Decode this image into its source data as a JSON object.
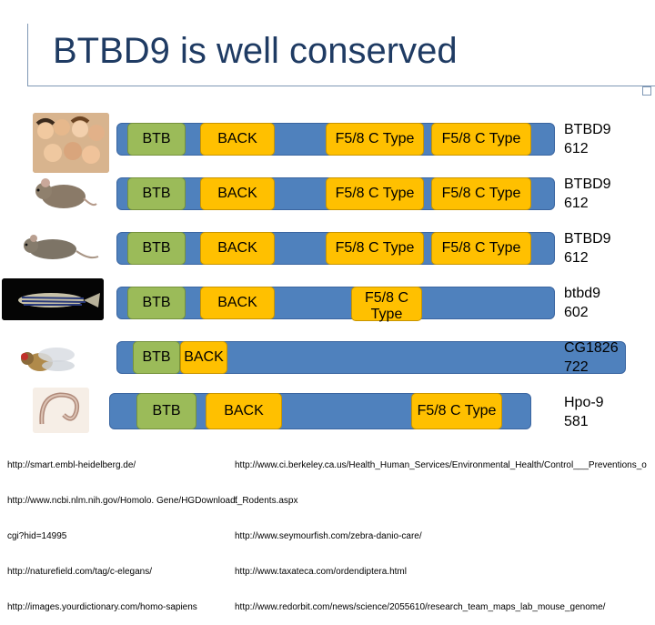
{
  "title": "BTBD9 is well conserved",
  "rows": [
    {
      "organism": "human",
      "domains": [
        "BTB",
        "BACK",
        "F5/8 C Type",
        "F5/8 C Type"
      ],
      "label": [
        "BTBD9",
        "612"
      ]
    },
    {
      "organism": "mouse",
      "domains": [
        "BTB",
        "BACK",
        "F5/8 C Type",
        "F5/8 C Type"
      ],
      "label": [
        "BTBD9",
        "612"
      ]
    },
    {
      "organism": "rat",
      "domains": [
        "BTB",
        "BACK",
        "F5/8 C Type",
        "F5/8 C Type"
      ],
      "label": [
        "BTBD9",
        "612"
      ]
    },
    {
      "organism": "zebrafish",
      "domains": [
        "BTB",
        "BACK",
        "F5/8 C Type"
      ],
      "label": [
        "btbd9",
        "602"
      ]
    },
    {
      "organism": "fruit fly",
      "domains": [
        "BTB",
        "BACK"
      ],
      "label": [
        "CG1826",
        "722"
      ]
    },
    {
      "organism": "c. elegans",
      "domains": [
        "BTB",
        "BACK",
        "F5/8 C Type"
      ],
      "label": [
        "Hpo-9",
        "581"
      ]
    }
  ],
  "refs_left": [
    "http://smart.embl-heidelberg.de/",
    "http://www.ncbi.nlm.nih.gov/Homolo. Gene/HGDownload.",
    "cgi?hid=14995",
    "http://naturefield.com/tag/c-elegans/",
    "http://images.yourdictionary.com/homo-sapiens"
  ],
  "refs_right": [
    "http://www.ci.berkeley.ca.us/Health_Human_Services/Environmental_Health/Control___Preventions_o",
    "f_Rodents.aspx",
    "http://www.seymourfish.com/zebra-danio-care/",
    "http://www.taxateca.com/ordendiptera.html",
    "http://www.redorbit.com/news/science/2055610/research_team_maps_lab_mouse_genome/"
  ],
  "colors": {
    "bar": "#4f81bd",
    "btb": "#9bbb59",
    "domain": "#ffc000",
    "title": "#1f3b63"
  }
}
